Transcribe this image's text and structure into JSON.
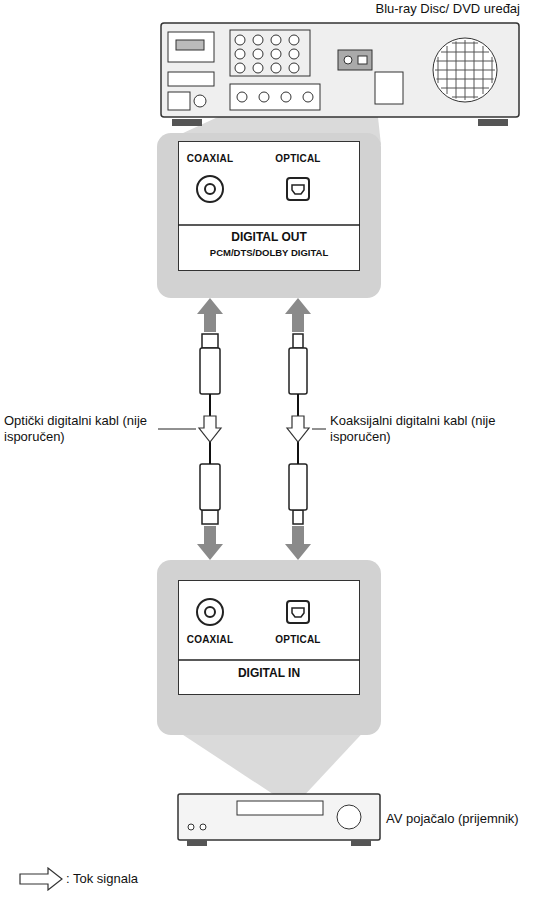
{
  "diagram": {
    "nodes": [
      {
        "text": [
          "Blu-ray Disc/ DVD uređaj"
        ]
      },
      {
        "text": [
          "COAXIAL",
          "OPTICAL",
          "DIGITAL OUT",
          "PCM/DTS/DOLBY DIGITAL"
        ]
      },
      {
        "text": [
          "COAXIAL",
          "OPTICAL",
          "DIGITAL IN"
        ]
      },
      {
        "text": [
          "AV pojačalo (prijemnik)"
        ]
      }
    ],
    "edges": [
      {
        "from": 1,
        "to": 2,
        "arrow": "both",
        "label": "Optički digitalni kabl (nije isporučen)"
      },
      {
        "from": 1,
        "to": 2,
        "arrow": "both",
        "label": "Koaksijalni digitalni kabl (nije isporučen)"
      }
    ],
    "legend": [
      {
        "text": ": Tok signala"
      }
    ]
  }
}
